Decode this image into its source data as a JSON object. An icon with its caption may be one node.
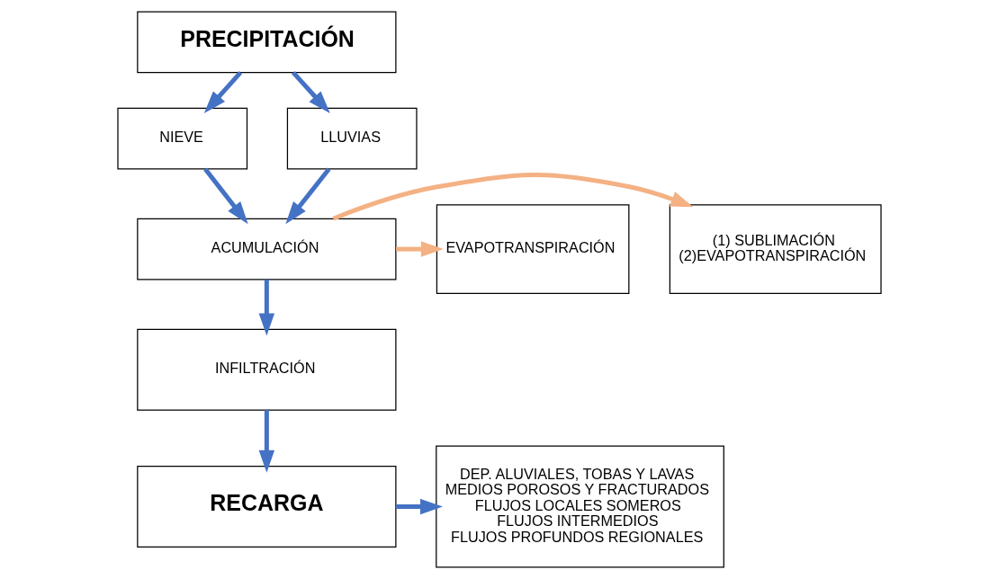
{
  "diagram": {
    "nodes": [
      {
        "text": [
          "PRECIPITACIÓN"
        ]
      },
      {
        "text": [
          "NIEVE"
        ]
      },
      {
        "text": [
          "LLUVIAS"
        ]
      },
      {
        "text": [
          "(1) SUBLIMACIÓN",
          "(2)EVAPOTRANSPIRACIÓN"
        ]
      },
      {
        "text": [
          "ACUMULACIÓN"
        ]
      },
      {
        "text": [
          "EVAPOTRANSPIRACIÓN"
        ]
      },
      {
        "text": [
          "INFILTRACIÓN"
        ]
      },
      {
        "text": [
          "RECARGA"
        ]
      },
      {
        "text": [
          "DEP. ALUVIALES, TOBAS Y LAVAS",
          "MEDIOS POROSOS Y FRACTURADOS",
          "FLUJOS LOCALES SOMEROS",
          "FLUJOS INTERMEDIOS",
          "FLUJOS PROFUNDOS REGIONALES"
        ]
      }
    ],
    "edges": [
      {
        "from": 0,
        "to": 1,
        "arrow": "to"
      },
      {
        "from": 0,
        "to": 2,
        "arrow": "to"
      },
      {
        "from": 1,
        "to": 4,
        "arrow": "to"
      },
      {
        "from": 2,
        "to": 4,
        "arrow": "to"
      },
      {
        "from": 4,
        "to": 3,
        "arrow": "to",
        "color": "#f4b183"
      },
      {
        "from": 4,
        "to": 5,
        "arrow": "to",
        "color": "#f4b183"
      },
      {
        "from": 4,
        "to": 6,
        "arrow": "to"
      },
      {
        "from": 6,
        "to": 7,
        "arrow": "to"
      },
      {
        "from": 7,
        "to": 8,
        "arrow": "to"
      }
    ]
  }
}
